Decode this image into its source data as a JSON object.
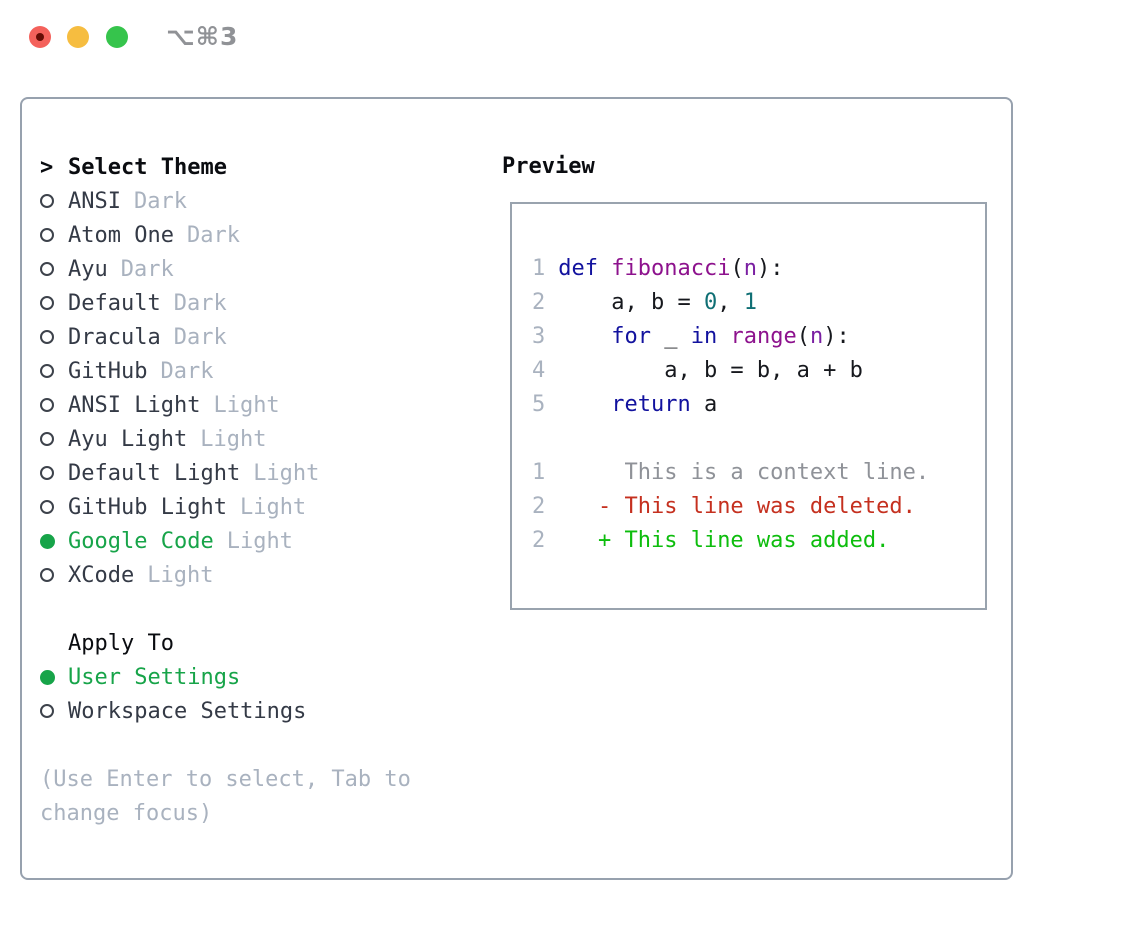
{
  "window": {
    "title": "⌥⌘3"
  },
  "colors": {
    "accent_green": "#17a449",
    "card_border": "#97a1ae",
    "keyword_blue": "#12129e",
    "function_purple": "#8d128d",
    "literal_teal": "#0f6f74",
    "diff_red": "#c5301f",
    "diff_green": "#0dbd0d",
    "muted_gray": "#a9b2bf",
    "traffic_red": "#f4615b",
    "traffic_yellow": "#f6bd40",
    "traffic_green": "#36c44c"
  },
  "theme_picker": {
    "header_marker": ">",
    "header": "Select Theme",
    "items": [
      {
        "name": "ANSI",
        "variant": "Dark",
        "selected": false
      },
      {
        "name": "Atom One",
        "variant": "Dark",
        "selected": false
      },
      {
        "name": "Ayu",
        "variant": "Dark",
        "selected": false
      },
      {
        "name": "Default",
        "variant": "Dark",
        "selected": false
      },
      {
        "name": "Dracula",
        "variant": "Dark",
        "selected": false
      },
      {
        "name": "GitHub",
        "variant": "Dark",
        "selected": false
      },
      {
        "name": "ANSI Light",
        "variant": "Light",
        "selected": false
      },
      {
        "name": "Ayu Light",
        "variant": "Light",
        "selected": false
      },
      {
        "name": "Default Light",
        "variant": "Light",
        "selected": false
      },
      {
        "name": "GitHub Light",
        "variant": "Light",
        "selected": false
      },
      {
        "name": "Google Code",
        "variant": "Light",
        "selected": true
      },
      {
        "name": "XCode",
        "variant": "Light",
        "selected": false
      }
    ]
  },
  "apply_to": {
    "header": "Apply To",
    "options": [
      {
        "label": "User Settings",
        "selected": true
      },
      {
        "label": "Workspace Settings",
        "selected": false
      }
    ]
  },
  "help": {
    "line1": "(Use Enter to select, Tab to",
    "line2": "change focus)"
  },
  "preview": {
    "title": "Preview",
    "code_lines": [
      {
        "no": "1",
        "segs": [
          "def ",
          "fibonacci",
          "(",
          "n",
          "):"
        ]
      },
      {
        "no": "2",
        "segs": [
          "    a, b = ",
          "0",
          ", ",
          "1"
        ]
      },
      {
        "no": "3",
        "segs": [
          "    ",
          "for",
          " _ ",
          "in",
          " ",
          "range",
          "(",
          "n",
          "):"
        ]
      },
      {
        "no": "4",
        "segs": [
          "        a, b = b, a + b"
        ]
      },
      {
        "no": "5",
        "segs": [
          "    ",
          "return",
          " a"
        ]
      }
    ],
    "diff_lines": [
      {
        "no": "1",
        "text": "     This is a context line."
      },
      {
        "no": "2",
        "text": "   - This line was deleted."
      },
      {
        "no": "2",
        "text": "   + This line was added."
      }
    ]
  }
}
